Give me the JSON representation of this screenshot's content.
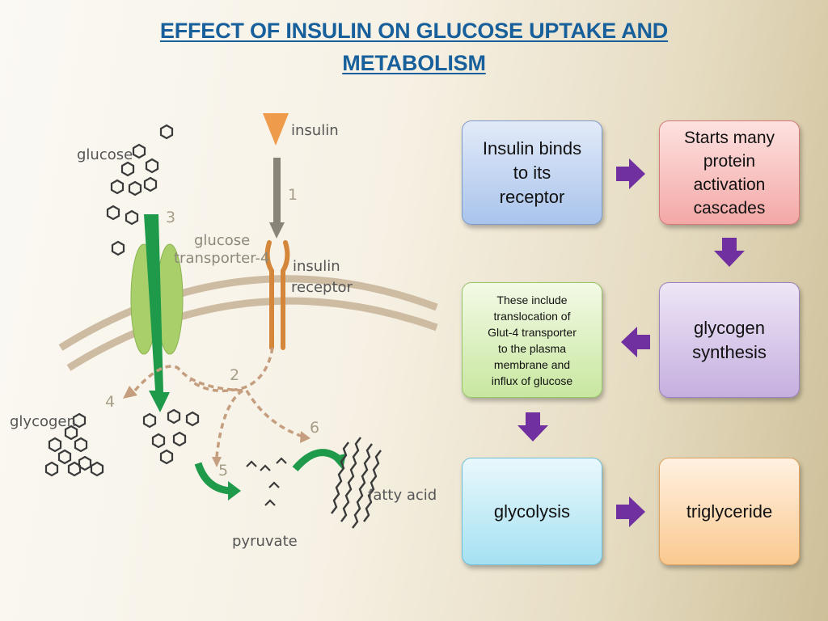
{
  "title": {
    "line1": "EFFECT OF INSULIN ON GLUCOSE UPTAKE AND",
    "line2": "METABOLISM"
  },
  "diagram_labels": {
    "insulin": "insulin",
    "glucose": "glucose",
    "glucose_transporter_line1": "glucose",
    "glucose_transporter_line2": "transporter-4",
    "insulin_receptor_line1": "insulin",
    "insulin_receptor_line2": "receptor",
    "glycogen": "glycogen",
    "pyruvate": "pyruvate",
    "fatty_acid": "fatty acid",
    "step_1": "1",
    "step_2": "2",
    "step_3": "3",
    "step_4": "4",
    "step_5": "5",
    "step_6": "6"
  },
  "colors": {
    "title": "#17609c",
    "arrow": "#7030a0",
    "membrane": "#c9b59a",
    "transporter": "#a9cf6a",
    "insulin": "#ee9b4b",
    "green_arrow": "#1f9a4a"
  },
  "flowchart": {
    "box1": {
      "line1": "Insulin binds",
      "line2": "to its",
      "line3": "receptor"
    },
    "box2": {
      "line1": "Starts many",
      "line2": "protein",
      "line3": "activation",
      "line4": "cascades"
    },
    "box3": {
      "line1": "glycogen",
      "line2": "synthesis"
    },
    "box4": {
      "line1": "These include",
      "line2": "translocation of",
      "line3": "Glut-4 transporter",
      "line4": "to the plasma",
      "line5": "membrane and",
      "line6": "influx of glucose"
    },
    "box5": {
      "line1": "glycolysis"
    },
    "box6": {
      "line1": "triglyceride"
    }
  }
}
